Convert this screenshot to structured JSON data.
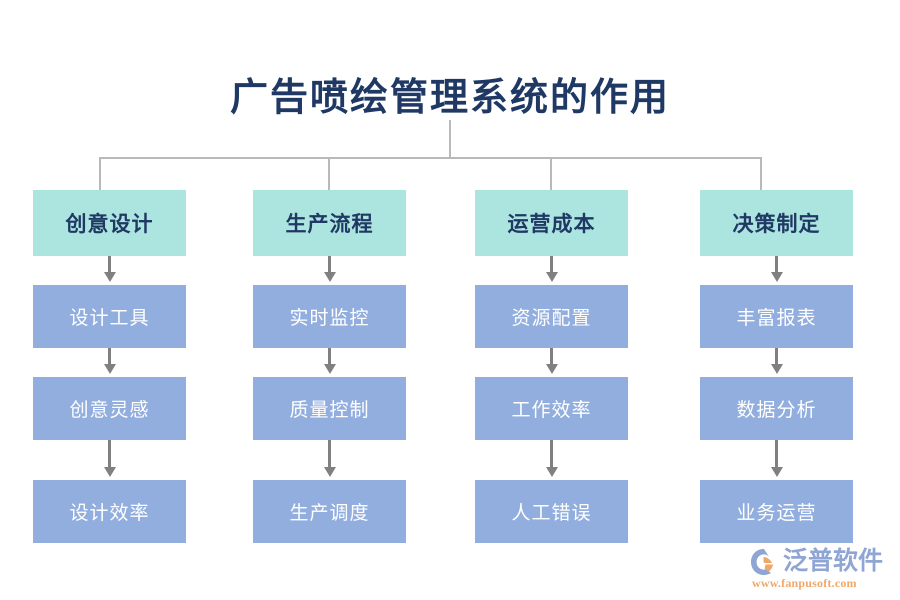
{
  "title": "广告喷绘管理系统的作用",
  "colors": {
    "title_text": "#1f3864",
    "header_box": "#ace5df",
    "header_text": "#1f3864",
    "node_box": "#92aede",
    "node_text": "#ffffff",
    "connector": "#b9b9b9",
    "arrow": "#808080",
    "logo_text": "#8fa6d4",
    "logo_url": "#f0a868",
    "background": "#ffffff"
  },
  "columns": [
    {
      "header": "创意设计",
      "nodes": [
        "设计工具",
        "创意灵感",
        "设计效率"
      ]
    },
    {
      "header": "生产流程",
      "nodes": [
        "实时监控",
        "质量控制",
        "生产调度"
      ]
    },
    {
      "header": "运营成本",
      "nodes": [
        "资源配置",
        "工作效率",
        "人工错误"
      ]
    },
    {
      "header": "决策制定",
      "nodes": [
        "丰富报表",
        "数据分析",
        "业务运营"
      ]
    }
  ],
  "logo": {
    "brand": "泛普软件",
    "url": "www.fanpusoft.com",
    "mark": "fanpu-swoosh-icon"
  }
}
